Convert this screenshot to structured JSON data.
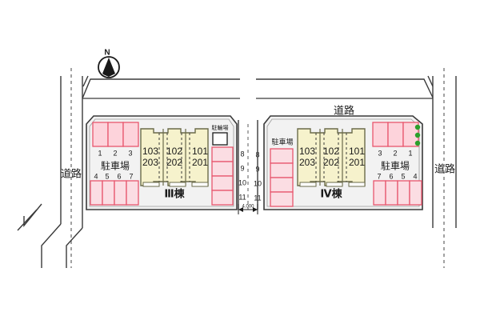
{
  "plan": {
    "title": "",
    "compass": {
      "label": "N",
      "name": "north-arrow"
    },
    "roads": {
      "top_label": "道路",
      "left_label": "道路",
      "right_label": "道路"
    },
    "dimension": {
      "center_road_width": "4.000"
    },
    "blocks": [
      {
        "id": "block-3",
        "name": "III棟",
        "label": "Ⅲ棟",
        "units": [
          {
            "upper": "103",
            "lower": "203"
          },
          {
            "upper": "102",
            "lower": "202"
          },
          {
            "upper": "101",
            "lower": "201"
          }
        ],
        "parking": {
          "label": "駐車場",
          "top_row": [
            "1",
            "2",
            "3"
          ],
          "bottom_row": [
            "4",
            "5",
            "6",
            "7"
          ],
          "side_column": [
            "8",
            "9",
            "10",
            "11"
          ]
        },
        "bicycle_parking_label": "駐輪場"
      },
      {
        "id": "block-4",
        "name": "IV棟",
        "label": "Ⅳ棟",
        "units": [
          {
            "upper": "103",
            "lower": "203"
          },
          {
            "upper": "102",
            "lower": "202"
          },
          {
            "upper": "101",
            "lower": "201"
          }
        ],
        "parking": {
          "label": "駐車場",
          "top_row": [
            "3",
            "2",
            "1"
          ],
          "bottom_row": [
            "7",
            "6",
            "5",
            "4"
          ],
          "side_column": [
            "8",
            "9",
            "10",
            "11"
          ],
          "side_label": "駐車場"
        }
      }
    ],
    "colors": {
      "building_fill": "#f6f2cc",
      "building_stroke": "#6b6b4a",
      "parking_fill": "#fbdde3",
      "parking_stroke": "#e8566d",
      "parking_fill_strong": "#fdd3db",
      "site_fill": "#f2f2f2",
      "road_line": "#3a3a3a",
      "green_dot": "#2ba02b",
      "text": "#1a1a1a"
    }
  }
}
